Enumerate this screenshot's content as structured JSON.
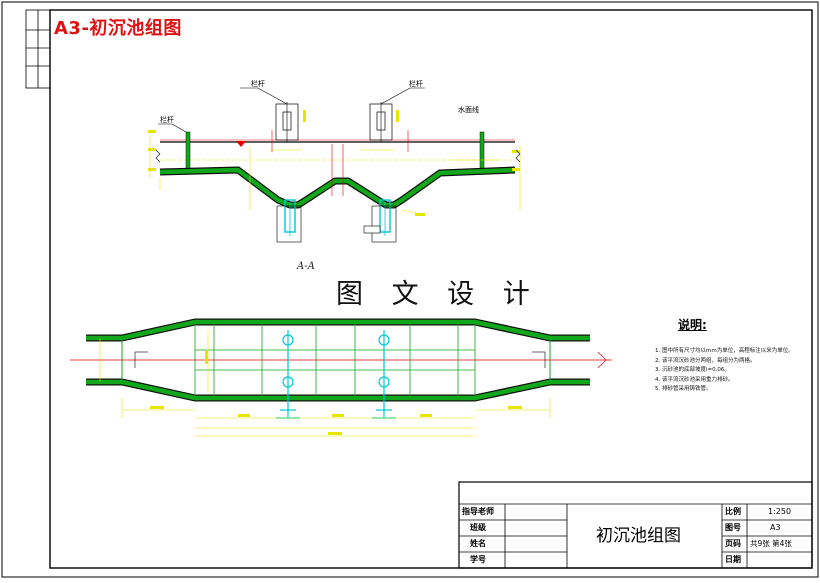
{
  "sheet_tag": "A3-初沉池组图",
  "watermark": "图 文 设 计",
  "section_view": {
    "label": "A-A",
    "left_railing": "栏杆",
    "right_railing": "栏杆",
    "handrail_tag": "栏杆",
    "water_level_note": "水面线"
  },
  "notes": {
    "title": "说明:",
    "items": [
      "图中所有尺寸均以mm为单位，高程标注以米为单位。",
      "该平流沉砂池分两组，每组分为两格。",
      "沉砂池的底部坡度i=0.06。",
      "该平流沉砂池采用重力排砂。",
      "排砂管采用铸铁管。"
    ]
  },
  "title_block": {
    "title": "初沉池组图",
    "left_labels": [
      "指导老师",
      "班级",
      "姓名",
      "学号"
    ],
    "scale_label": "比例",
    "scale_value": "1:250",
    "drawing_no_label": "图号",
    "drawing_no_value": "A3",
    "page_label": "页码",
    "page_value": "共9张 第4张",
    "date_label": "日期"
  },
  "colors": {
    "border": "#000000",
    "structure_fill": "#10a81a",
    "structure_edge": "#101010",
    "dimension": "#e6e600",
    "pipe": "#00c8d8",
    "centerline": "#e60000",
    "accent_red": "#e01010"
  }
}
